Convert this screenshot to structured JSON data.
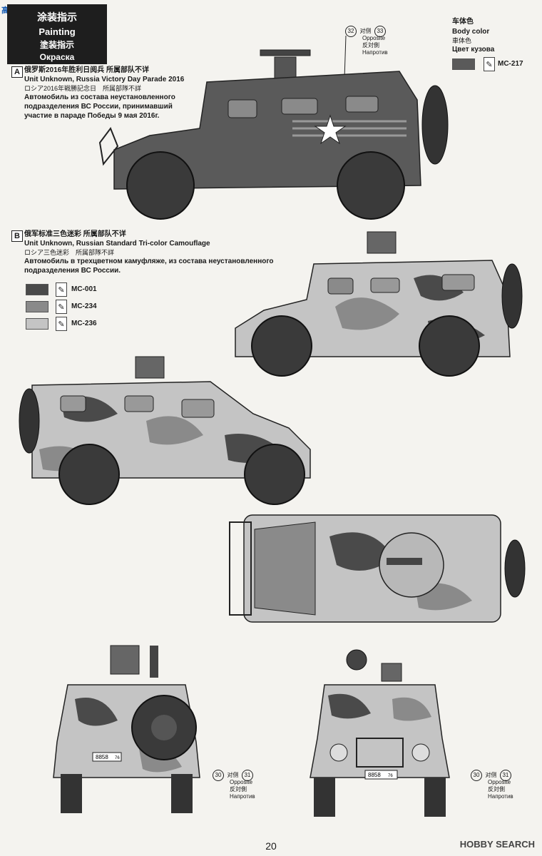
{
  "watermark": "高 网",
  "header": {
    "zh": "涂装指示",
    "en": "Painting",
    "jp": "塗装指示",
    "ru": "Окраска"
  },
  "body_color": {
    "zh": "车体色",
    "en": "Body color",
    "jp": "車体色",
    "ru": "Цвет кузова",
    "code": "MC-217",
    "swatch": "#5a5a5a"
  },
  "section_a": {
    "letter": "A",
    "lines": [
      "俄罗斯2016年胜利日阅兵 所属部队不详",
      "Unit Unknown, Russia Victory Day Parade 2016",
      "ロシア2016年戦勝記念日　所属部隊不詳",
      "Автомобиль из состава неустановленного",
      "подразделения ВС России, принимавший",
      "участие в параде Победы 9 мая 2016г."
    ]
  },
  "section_b": {
    "letter": "B",
    "lines": [
      "俄军标准三色迷彩 所属部队不详",
      "Unit Unknown, Russian Standard Tri-color Camouflage",
      "ロシア三色迷彩　所属部隊不詳",
      "Автомобиль в трехцветном камуфляже, из состава неустановленного",
      "подразделения ВС России."
    ],
    "colors": [
      {
        "code": "MC-001",
        "swatch": "#4a4a4a"
      },
      {
        "code": "MC-234",
        "swatch": "#8a8a8a"
      },
      {
        "code": "MC-236",
        "swatch": "#c4c4c4"
      }
    ]
  },
  "callouts": {
    "top": {
      "a": "32",
      "zh": "对侧",
      "b": "33",
      "en": "Opposite",
      "jp": "反対側",
      "ru": "Напротив"
    },
    "rear": {
      "a": "30",
      "zh": "对侧",
      "b": "31",
      "en": "Opposite",
      "jp": "反対側",
      "ru": "Напротив"
    },
    "front": {
      "a": "30",
      "zh": "对侧",
      "b": "31",
      "en": "Opposite",
      "jp": "反対側",
      "ru": "Напротив"
    }
  },
  "plates": {
    "rear": "8858",
    "rear_region": "76",
    "front": "8858",
    "front_region": "76"
  },
  "page_number": "20",
  "footer_logo": "HOBBY SEARCH",
  "icons": {
    "brush": "paintbrush-icon"
  }
}
